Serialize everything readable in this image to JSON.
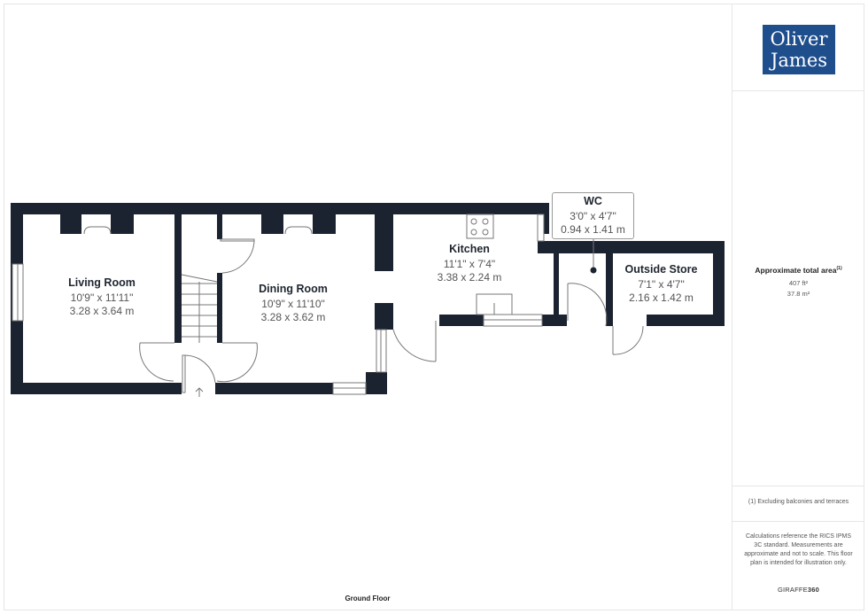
{
  "branding": {
    "logo_line1": "Oliver",
    "logo_line2": "James",
    "logo_color": "#1f4e8c",
    "software": "GIRAFFE",
    "software_suffix": "360"
  },
  "area": {
    "title": "Approximate total area",
    "footnote_marker": "(1)",
    "sqft": "407 ft²",
    "sqm": "37.8 m²"
  },
  "notes": {
    "footnote": "(1) Excluding balconies and terraces",
    "disclaimer": "Calculations reference the RICS IPMS 3C standard. Measurements are approximate and not to scale. This floor plan is intended for illustration only."
  },
  "floor": {
    "label": "Ground Floor",
    "wall_color": "#1b2330"
  },
  "rooms": [
    {
      "name": "Living Room",
      "imperial": "10'9\" x 11'11\"",
      "metric": "3.28 x 3.64 m"
    },
    {
      "name": "Dining Room",
      "imperial": "10'9\" x 11'10\"",
      "metric": "3.28 x 3.62 m"
    },
    {
      "name": "Kitchen",
      "imperial": "11'1\" x 7'4\"",
      "metric": "3.38 x 2.24 m"
    },
    {
      "name": "WC",
      "imperial": "3'0\" x 4'7\"",
      "metric": "0.94 x 1.41 m"
    },
    {
      "name": "Outside Store",
      "imperial": "7'1\" x 4'7\"",
      "metric": "2.16 x 1.42 m"
    }
  ]
}
